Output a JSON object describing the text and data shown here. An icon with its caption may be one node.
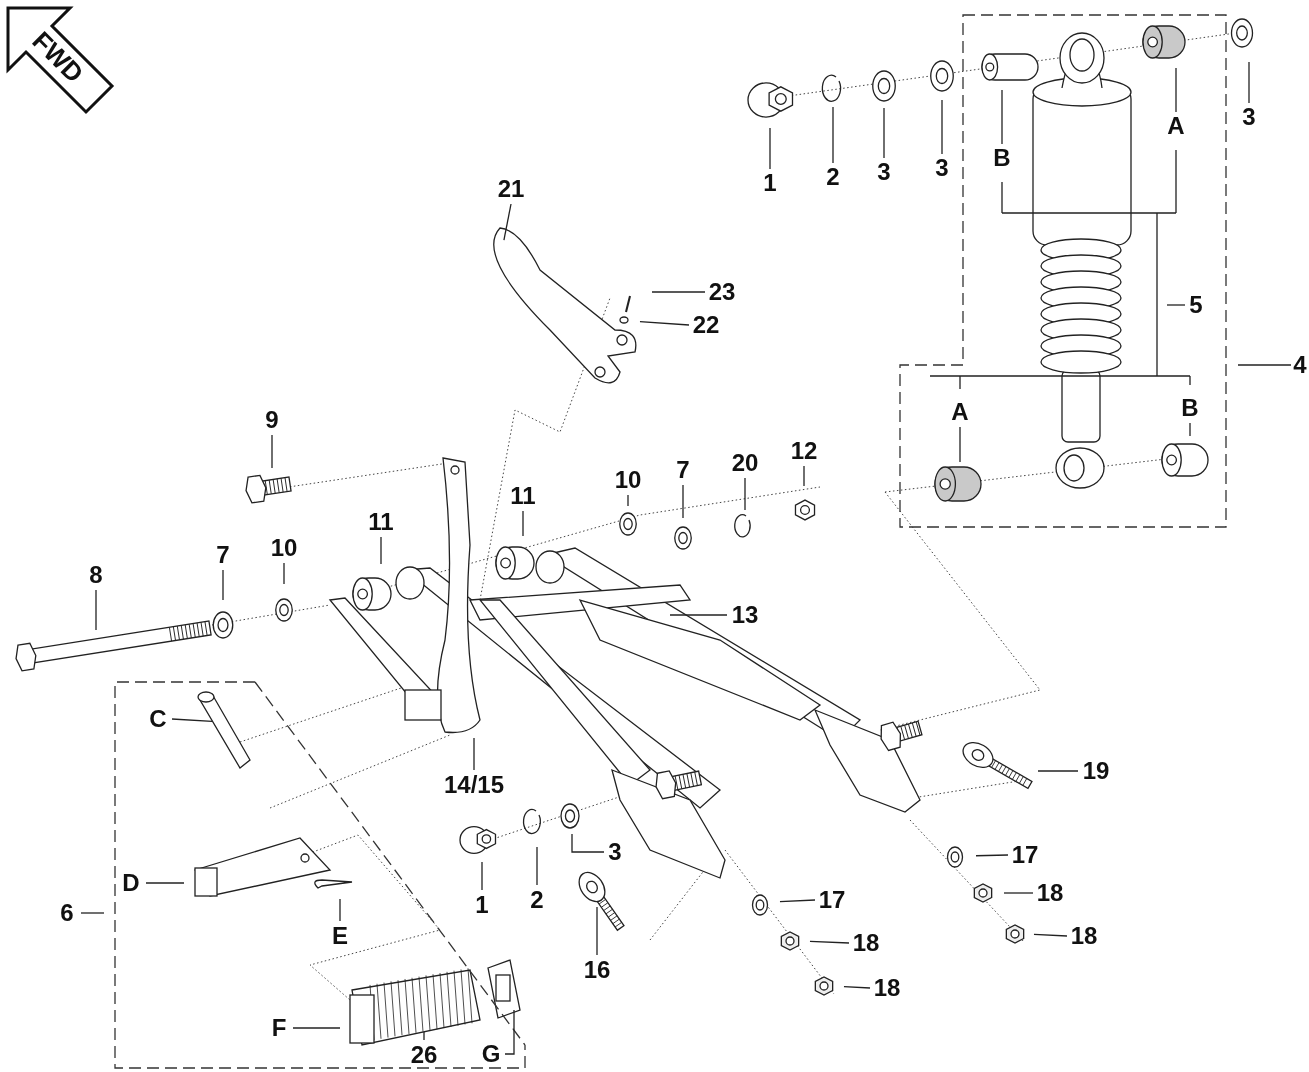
{
  "diagram": {
    "nodes": [
      {
        "text": [
          "1"
        ]
      },
      {
        "text": [
          "2"
        ]
      },
      {
        "text": [
          "3"
        ]
      },
      {
        "text": [
          "3"
        ]
      },
      {
        "text": [
          "B"
        ]
      },
      {
        "text": [
          "A"
        ]
      },
      {
        "text": [
          "3"
        ]
      },
      {
        "text": [
          "5"
        ]
      },
      {
        "text": [
          "4"
        ]
      },
      {
        "text": [
          "A"
        ]
      },
      {
        "text": [
          "B"
        ]
      },
      {
        "text": [
          "21"
        ]
      },
      {
        "text": [
          "23"
        ]
      },
      {
        "text": [
          "22"
        ]
      },
      {
        "text": [
          "9"
        ]
      },
      {
        "text": [
          "12"
        ]
      },
      {
        "text": [
          "20"
        ]
      },
      {
        "text": [
          "7"
        ]
      },
      {
        "text": [
          "10"
        ]
      },
      {
        "text": [
          "11"
        ]
      },
      {
        "text": [
          "11"
        ]
      },
      {
        "text": [
          "10"
        ]
      },
      {
        "text": [
          "7"
        ]
      },
      {
        "text": [
          "8"
        ]
      },
      {
        "text": [
          "13"
        ]
      },
      {
        "text": [
          "C"
        ]
      },
      {
        "text": [
          "14/15"
        ]
      },
      {
        "text": [
          "D"
        ]
      },
      {
        "text": [
          "E"
        ]
      },
      {
        "text": [
          "6"
        ]
      },
      {
        "text": [
          "1"
        ]
      },
      {
        "text": [
          "2"
        ]
      },
      {
        "text": [
          "3"
        ]
      },
      {
        "text": [
          "16"
        ]
      },
      {
        "text": [
          "17"
        ]
      },
      {
        "text": [
          "18"
        ]
      },
      {
        "text": [
          "18"
        ]
      },
      {
        "text": [
          "19"
        ]
      },
      {
        "text": [
          "17"
        ]
      },
      {
        "text": [
          "18"
        ]
      },
      {
        "text": [
          "18"
        ]
      },
      {
        "text": [
          "F"
        ]
      },
      {
        "text": [
          "26"
        ]
      },
      {
        "text": [
          "G"
        ]
      }
    ],
    "edges": [
      {
        "from": 0,
        "to": null,
        "arrow": "none"
      },
      {
        "from": 1,
        "to": null,
        "arrow": "none"
      },
      {
        "from": 2,
        "to": null,
        "arrow": "none"
      },
      {
        "from": 3,
        "to": null,
        "arrow": "none"
      },
      {
        "from": 4,
        "to": null,
        "arrow": "none"
      },
      {
        "from": 5,
        "to": null,
        "arrow": "none"
      },
      {
        "from": 6,
        "to": null,
        "arrow": "none"
      },
      {
        "from": 7,
        "to": null,
        "arrow": "none"
      },
      {
        "from": 8,
        "to": null,
        "arrow": "none"
      },
      {
        "from": 9,
        "to": null,
        "arrow": "none"
      },
      {
        "from": 10,
        "to": null,
        "arrow": "none"
      },
      {
        "from": 11,
        "to": null,
        "arrow": "none"
      },
      {
        "from": 12,
        "to": null,
        "arrow": "none"
      },
      {
        "from": 13,
        "to": null,
        "arrow": "none"
      },
      {
        "from": 14,
        "to": null,
        "arrow": "none"
      },
      {
        "from": 15,
        "to": null,
        "arrow": "none"
      },
      {
        "from": 16,
        "to": null,
        "arrow": "none"
      },
      {
        "from": 17,
        "to": null,
        "arrow": "none"
      },
      {
        "from": 18,
        "to": null,
        "arrow": "none"
      },
      {
        "from": 19,
        "to": null,
        "arrow": "none"
      },
      {
        "from": 20,
        "to": null,
        "arrow": "none"
      },
      {
        "from": 21,
        "to": null,
        "arrow": "none"
      },
      {
        "from": 22,
        "to": null,
        "arrow": "none"
      },
      {
        "from": 23,
        "to": null,
        "arrow": "none"
      },
      {
        "from": 24,
        "to": null,
        "arrow": "none"
      },
      {
        "from": 25,
        "to": null,
        "arrow": "none"
      },
      {
        "from": 26,
        "to": null,
        "arrow": "none"
      },
      {
        "from": 27,
        "to": null,
        "arrow": "none"
      },
      {
        "from": 28,
        "to": null,
        "arrow": "none"
      },
      {
        "from": 29,
        "to": null,
        "arrow": "none"
      },
      {
        "from": 30,
        "to": null,
        "arrow": "none"
      },
      {
        "from": 31,
        "to": null,
        "arrow": "none"
      },
      {
        "from": 32,
        "to": null,
        "arrow": "none"
      },
      {
        "from": 33,
        "to": null,
        "arrow": "none"
      },
      {
        "from": 34,
        "to": null,
        "arrow": "none"
      },
      {
        "from": 35,
        "to": null,
        "arrow": "none"
      },
      {
        "from": 36,
        "to": null,
        "arrow": "none"
      },
      {
        "from": 37,
        "to": null,
        "arrow": "none"
      },
      {
        "from": 38,
        "to": null,
        "arrow": "none"
      },
      {
        "from": 39,
        "to": null,
        "arrow": "none"
      },
      {
        "from": 40,
        "to": null,
        "arrow": "none"
      },
      {
        "from": 41,
        "to": null,
        "arrow": "none"
      },
      {
        "from": 42,
        "to": null,
        "arrow": "none"
      },
      {
        "from": 43,
        "to": null,
        "arrow": "none"
      }
    ],
    "labels": [
      "FWD"
    ]
  }
}
